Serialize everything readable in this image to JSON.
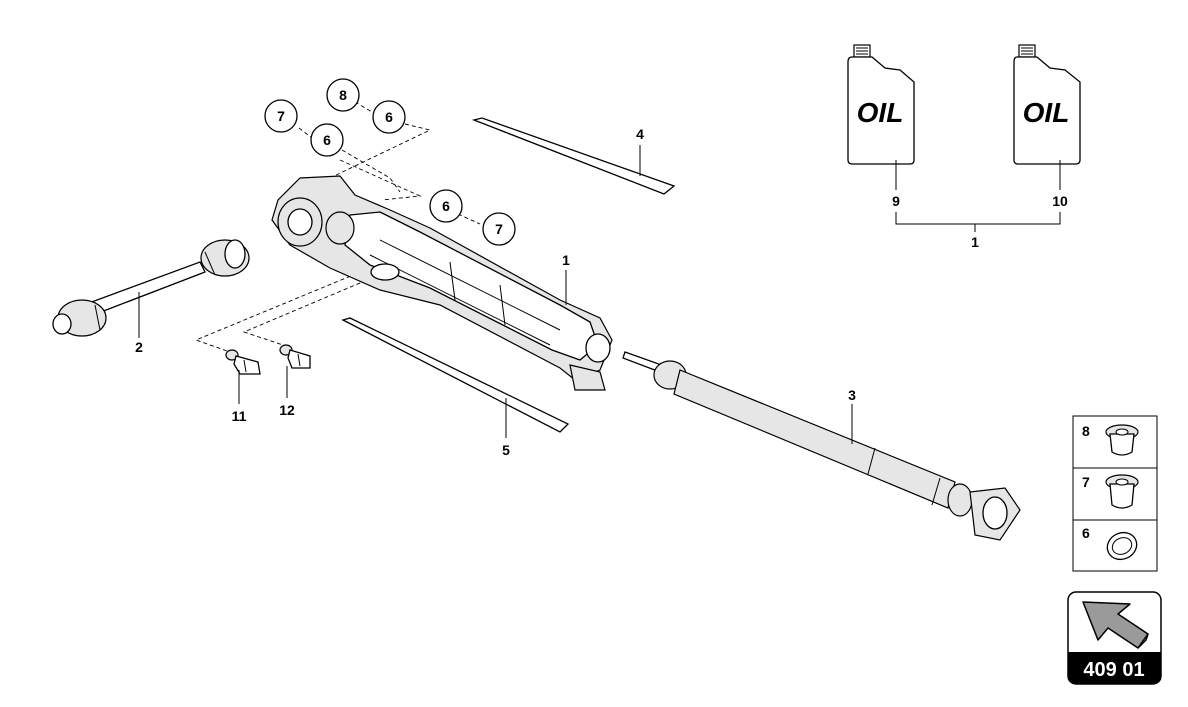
{
  "callouts": {
    "axle_assembly": "1",
    "drive_shaft_left": "2",
    "propeller_shaft": "3",
    "strip_upper": "4",
    "strip_lower": "5",
    "oil_left": "9",
    "oil_right": "10",
    "oil_group": "1",
    "sensor_left": "11",
    "sensor_right": "12",
    "circle_a": "7",
    "circle_b": "6",
    "circle_c": "8",
    "circle_d": "6",
    "circle_e": "6",
    "circle_f": "7"
  },
  "oil_label_left": "OIL",
  "oil_label_right": "OIL",
  "legend": [
    {
      "number": "8",
      "icon": "plug-with-collar"
    },
    {
      "number": "7",
      "icon": "plug"
    },
    {
      "number": "6",
      "icon": "seal-ring"
    }
  ],
  "reference": {
    "code": "409 01",
    "icon": "arrow-icon"
  },
  "colors": {
    "ink": "#000000",
    "part_shade": "#e6e6e6",
    "ref_bg": "#000000"
  }
}
